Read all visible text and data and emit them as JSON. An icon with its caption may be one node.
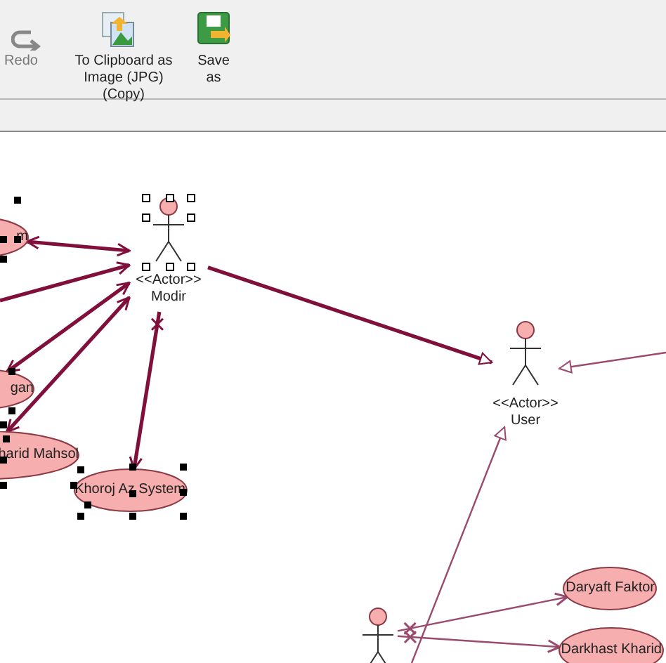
{
  "diagram": {
    "nodes": [
      {
        "text": [
          "m"
        ]
      },
      {
        "text": [
          "gan"
        ]
      },
      {
        "text": [
          "harid Mahsol"
        ]
      },
      {
        "text": [
          "Khoroj Az System"
        ]
      },
      {
        "text": [
          "<<Actor>>",
          "Modir"
        ]
      },
      {
        "text": [
          "<<Actor>>",
          "User"
        ]
      },
      {
        "text": [],
        "shape": "person"
      },
      {
        "text": [
          "Daryaft Faktor"
        ]
      },
      {
        "text": [
          "Darkhast Kharid"
        ]
      }
    ],
    "edges": [
      {
        "from": 0,
        "to": 4,
        "arrow": "both"
      },
      {
        "from": null,
        "to": 4,
        "arrow": "to"
      },
      {
        "from": 4,
        "to": 1,
        "arrow": "both"
      },
      {
        "from": 4,
        "to": 2,
        "arrow": "both"
      },
      {
        "from": 4,
        "to": 3,
        "arrow": "to"
      },
      {
        "from": 4,
        "to": 5,
        "arrow": "to"
      },
      {
        "from": null,
        "to": 5,
        "arrow": "to",
        "color": "#9a4a6e"
      },
      {
        "from": null,
        "to": 5,
        "arrow": "to",
        "color": "#9a4a6e"
      },
      {
        "from": 6,
        "to": 7,
        "arrow": "to",
        "color": "#9a4a6e"
      },
      {
        "from": 6,
        "to": 8,
        "arrow": "to",
        "color": "#9a4a6e"
      }
    ],
    "labels": [
      "Redo",
      "To Clipboard as Image (JPG) (Copy)",
      "Save as"
    ]
  }
}
